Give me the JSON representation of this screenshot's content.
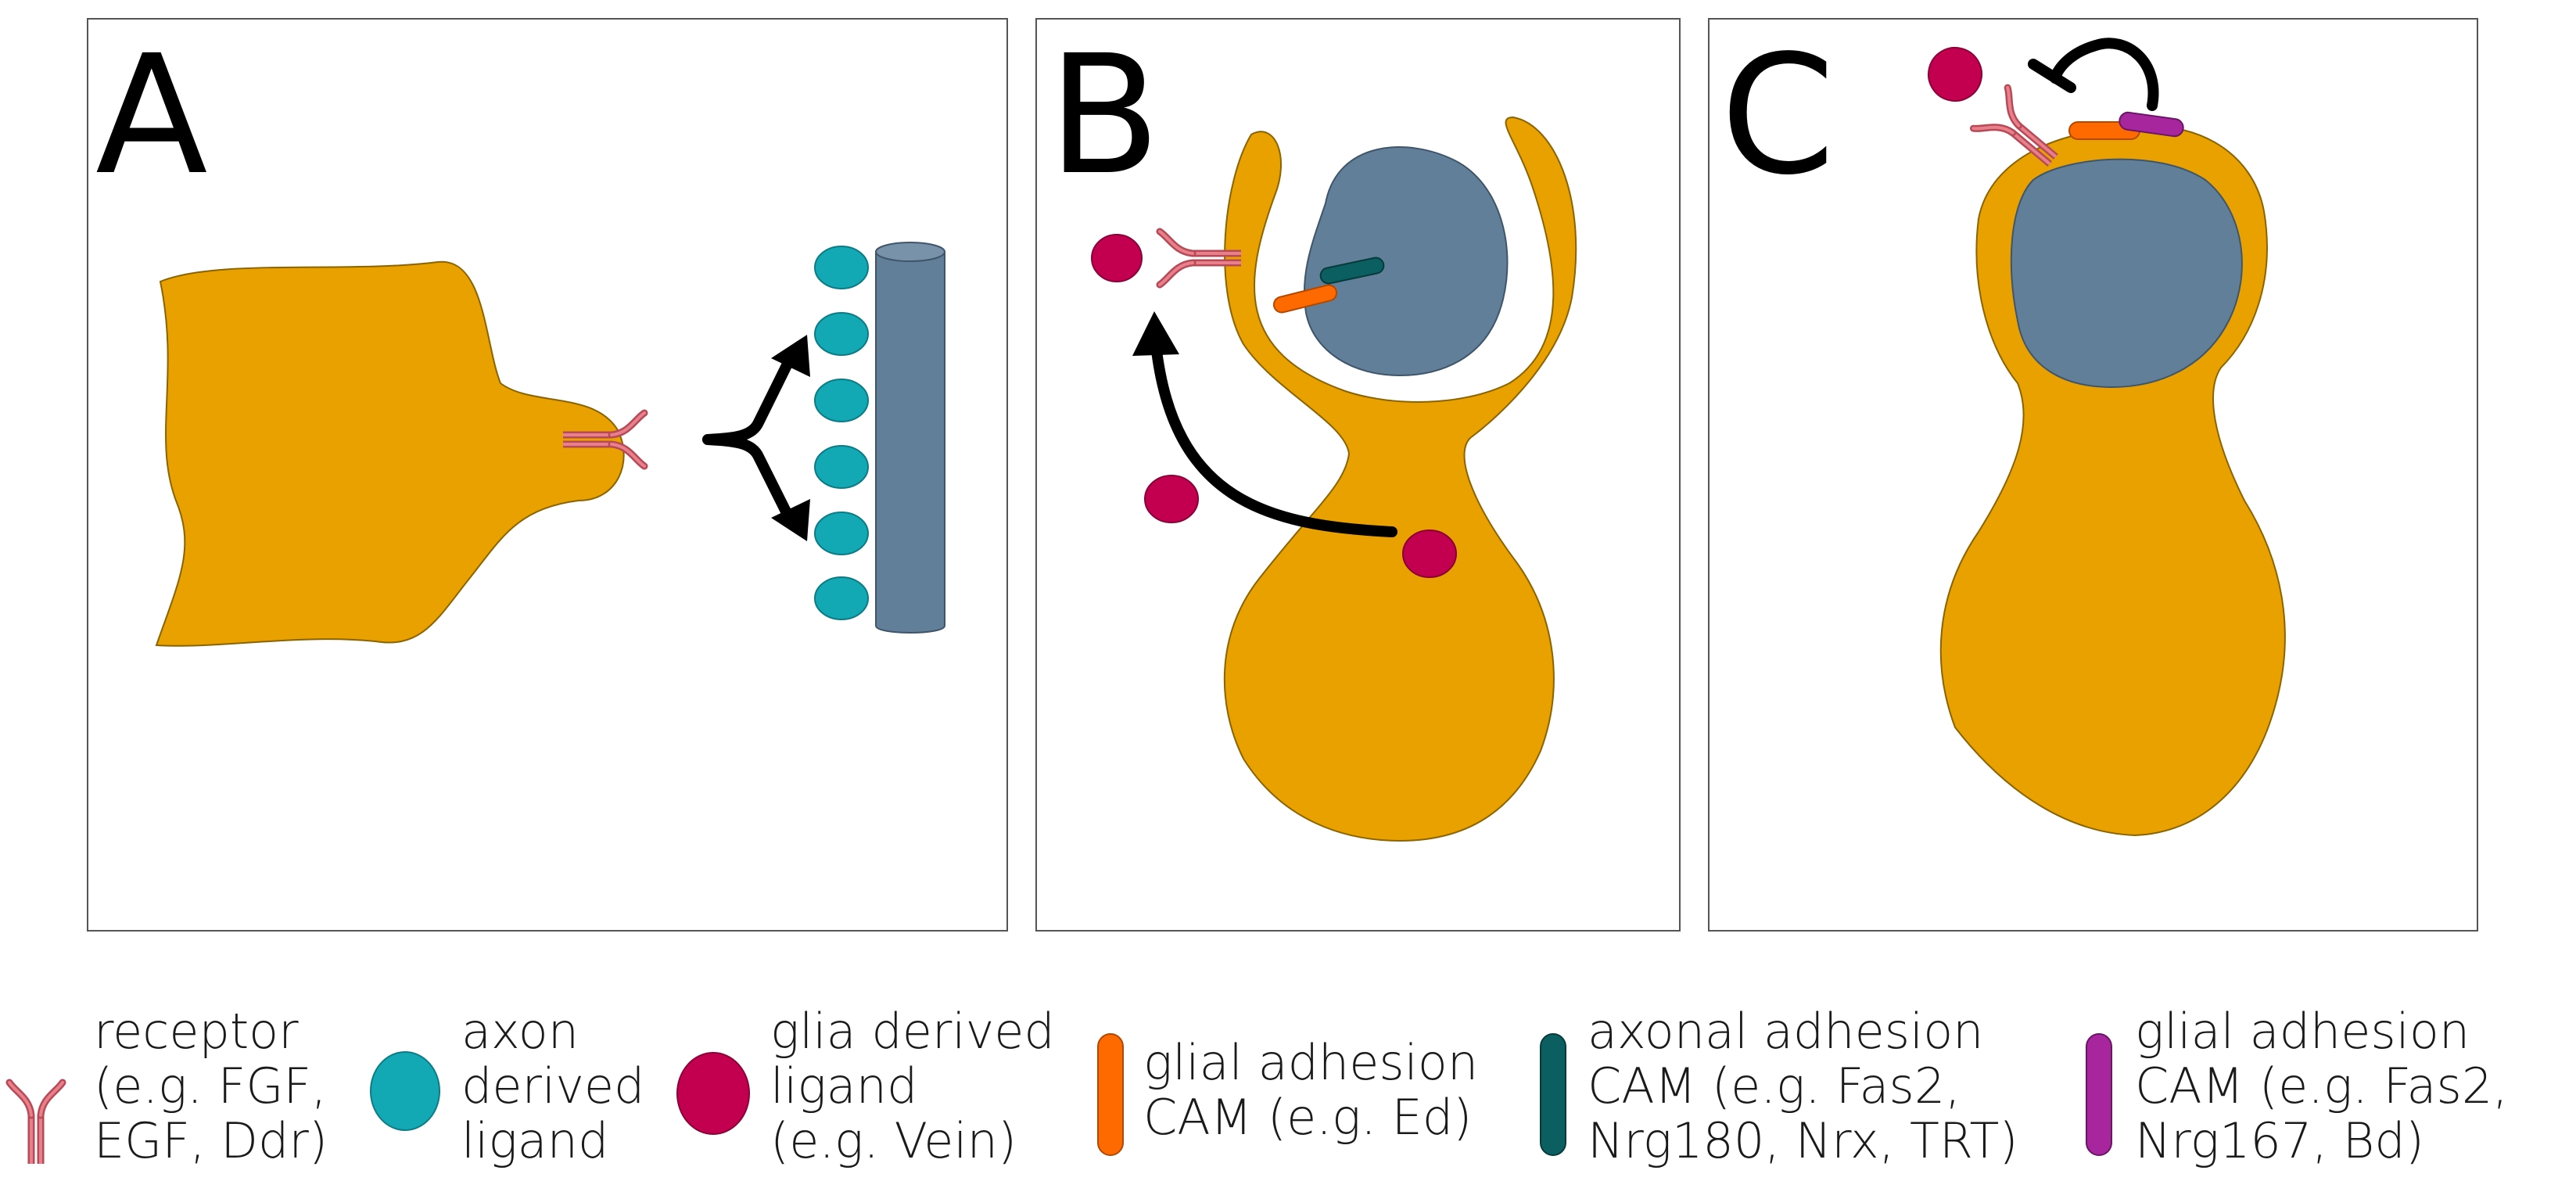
{
  "panels": [
    {
      "id": "A",
      "label": "A"
    },
    {
      "id": "B",
      "label": "B"
    },
    {
      "id": "C",
      "label": "C"
    }
  ],
  "legend": {
    "receptor": {
      "line1": "receptor",
      "line2": "(e.g. FGF,",
      "line3": "EGF, Ddr)"
    },
    "axon_ligand": {
      "line1": "axon",
      "line2": "derived",
      "line3": "ligand"
    },
    "glia_ligand": {
      "line1": "glia derived",
      "line2": "ligand",
      "line3": "(e.g. Vein)"
    },
    "glial_cam_ed": {
      "line1": "glial adhesion",
      "line2": "CAM (e.g. Ed)"
    },
    "axonal_cam": {
      "line1": "axonal adhesion",
      "line2": "CAM (e.g. Fas2,",
      "line3": "Nrg180, Nrx, TRT)"
    },
    "glial_cam_fas2": {
      "line1": "glial adhesion",
      "line2": "CAM (e.g. Fas2,",
      "line3": "Nrg167, Bd)"
    }
  },
  "colors": {
    "glia": "#e9a100",
    "axon": "#617f98",
    "receptor": "#d9626e",
    "axon_ligand": "#12a9b5",
    "glia_ligand": "#c3004f",
    "glial_cam_ed": "#ff6a00",
    "axonal_cam": "#0c5f60",
    "glial_cam_fas2": "#a7269e"
  }
}
